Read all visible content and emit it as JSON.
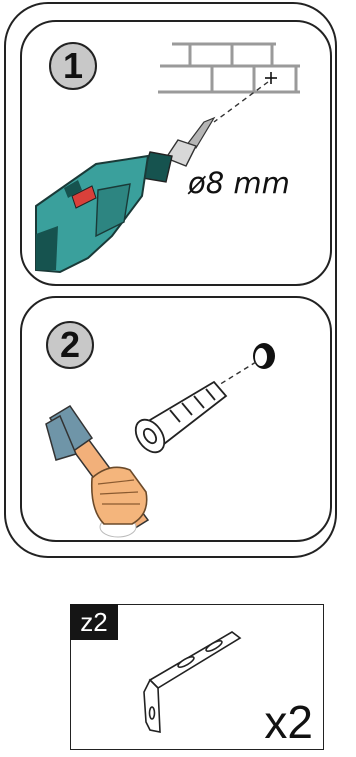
{
  "steps": [
    {
      "number": "1",
      "drill_size": "ø8 mm"
    },
    {
      "number": "2"
    }
  ],
  "part": {
    "code": "z2",
    "quantity": "x2"
  },
  "colors": {
    "drill_body": "#3aa09c",
    "drill_dark": "#16534f",
    "drill_red": "#d9403a",
    "hammer_head": "#6f95a8",
    "hammer_handle": "#f2b07a",
    "hand_skin": "#f4b57c",
    "badge_gray": "#c8c8c8",
    "wall_gray": "#9a9a9a"
  }
}
